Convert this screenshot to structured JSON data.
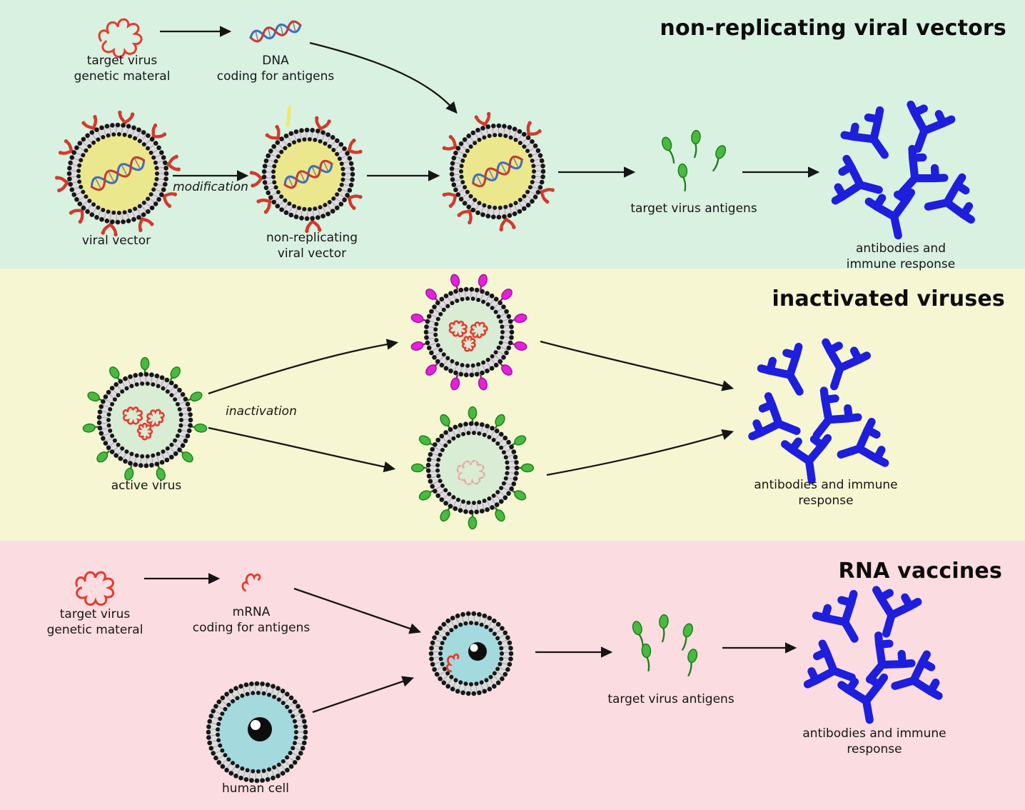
{
  "colors": {
    "section1_bg": "#d9f1e1",
    "section2_bg": "#f7f6d2",
    "section3_bg": "#fbdce0",
    "antibody_blue": "#1e1edd",
    "antigen_green": "#47bb40",
    "antigen_green_dark": "#1d7d1d",
    "spike_red": "#d23a2c",
    "pin_magenta": "#e820dc",
    "pin_magenta_dark": "#9c1194",
    "virus_interior_yellow": "#ebe78d",
    "virus_interior_green": "#d9ecd4",
    "cell_interior_blue": "#a4d9de",
    "membrane_gray": "#dcdcdc",
    "dna_red": "#c43b35",
    "dna_blue": "#3d6fc0",
    "rna_red": "#e8392e",
    "rna_faded": "#eba69e",
    "arrow_black": "#151515"
  },
  "sections": [
    {
      "id": "viral-vectors",
      "title": "non-replicating viral vectors",
      "labels": {
        "genetic_material": "target virus\ngenetic materal",
        "dna": "DNA\ncoding for antigens",
        "viral_vector": "viral vector",
        "modification": "modification",
        "nonreplicating": "non-replicating\nviral vector",
        "antigens": "target virus antigens",
        "antibodies": "antibodies and immune response"
      }
    },
    {
      "id": "inactivated",
      "title": "inactivated viruses",
      "labels": {
        "active_virus": "active virus",
        "inactivation": "inactivation",
        "antibodies": "antibodies and immune response"
      }
    },
    {
      "id": "rna",
      "title": "RNA vaccines",
      "labels": {
        "genetic_material": "target virus\ngenetic materal",
        "mrna": "mRNA\ncoding for antigens",
        "human_cell": "human cell",
        "antigens": "target virus antigens",
        "antibodies": "antibodies and immune response"
      }
    }
  ]
}
